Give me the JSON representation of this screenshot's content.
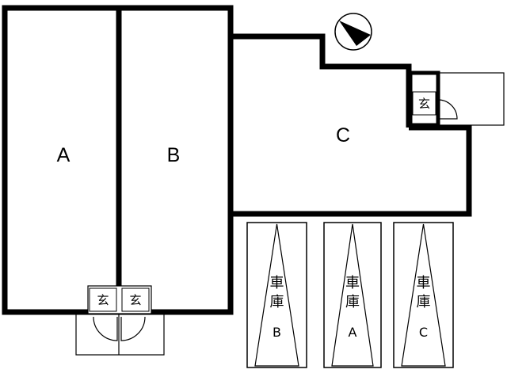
{
  "units": [
    {
      "id": "A",
      "label": "A"
    },
    {
      "id": "B",
      "label": "B"
    },
    {
      "id": "C",
      "label": "C"
    }
  ],
  "entrance_label": "玄",
  "garage": {
    "char1": "車",
    "char2": "庫",
    "spaces": [
      {
        "letter": "B"
      },
      {
        "letter": "A"
      },
      {
        "letter": "C"
      }
    ]
  },
  "compass": {
    "icon": "north-arrow-icon"
  }
}
